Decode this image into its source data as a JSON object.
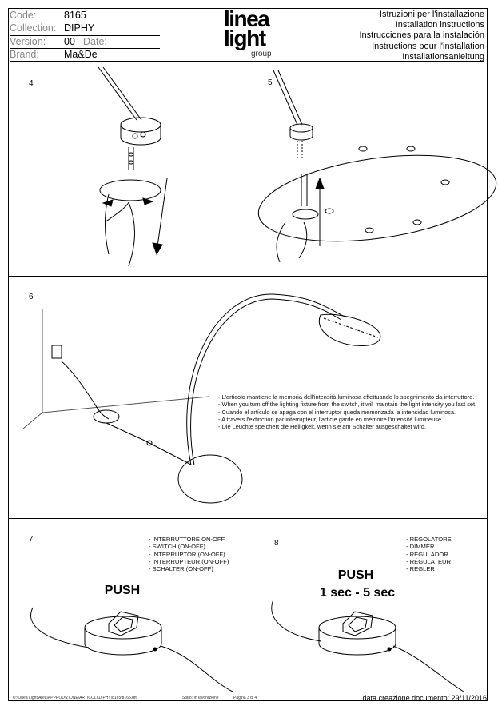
{
  "header": {
    "code_label": "Code:",
    "code_value": "8165",
    "collection_label": "Collection:",
    "collection_value": "DIPHY",
    "version_label": "Version:",
    "version_value": "00",
    "date_label": "Date:",
    "date_value": "",
    "brand_label": "Brand:",
    "brand_value": "Ma&De",
    "logo_line1": "linea",
    "logo_line2": "light",
    "logo_line3": "group",
    "instructions": [
      "Istruzioni per l'installazione",
      "Installation instructions",
      "Instrucciones para la instalación",
      "Instructions pour l'installation",
      "Installationsanleitung"
    ]
  },
  "steps": {
    "s4": "4",
    "s5": "5",
    "s6": "6",
    "s7": "7",
    "s8": "8"
  },
  "step6_notes": [
    "- L'articolo mantiene la memoria dell'intensità luminosa effettuando lo spegnimento da interruttore.",
    "- When you turn off the lighting fixture from the switch, it will maintain the light intensity you last set.",
    "- Cuando el artículo se apaga con el interruptor queda memorizada la intensidad luminosa.",
    "- A travers l'extinction par interrupteur, l'article garde en mémoire l'intensité lumineuse.",
    "- Die Leuchte speichert die Helligkeit, wenn sie am Schalter ausgeschaltet wird."
  ],
  "step7": {
    "list": [
      "- INTERRUTTORE ON-OFF",
      "- SWITCH (ON-OFF)",
      "- INTERRUPTOR (ON-OFF)",
      "- INTERRUPTEUR (ON-OFF)",
      "- SCHALTER (ON-OFF)"
    ],
    "push": "PUSH"
  },
  "step8": {
    "list": [
      "- REGOLATORE",
      "- DIMMER",
      "- REGULADOR",
      "- RÉGULATEUR",
      "- REGLER"
    ],
    "push": "PUSH",
    "timing": "1 sec - 5 sec"
  },
  "footer": {
    "path": "U:\\Linea Light Area\\APPROD\\ZIONE\\ARTICOLI\\DIPHY\\8165\\8165.dft",
    "status": "Stato: In lavorazione",
    "page": "Pagina  3  di  4",
    "doc_date": "data creazione documento: 29/11/2016"
  }
}
